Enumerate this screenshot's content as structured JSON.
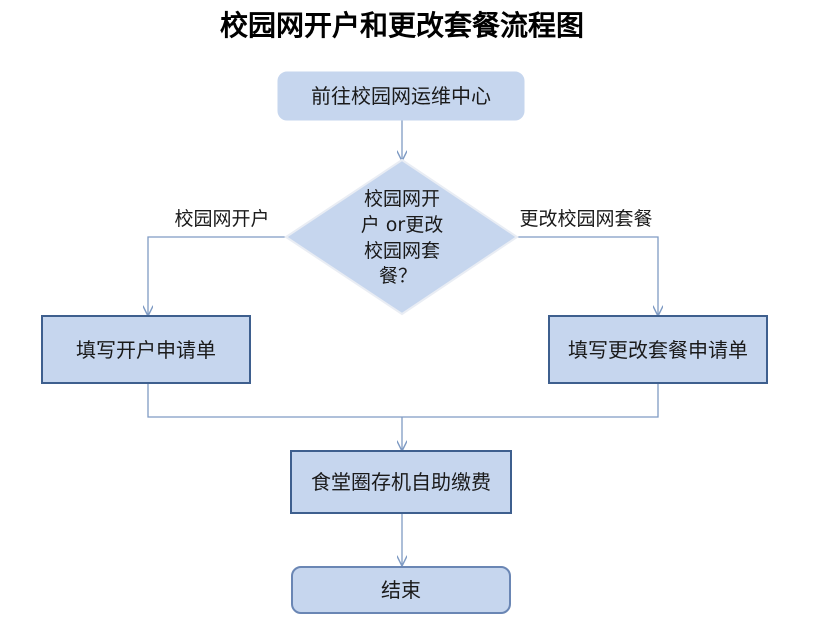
{
  "title": "校园网开户和更改套餐流程图",
  "colors": {
    "box_fill": "#c6d6ee",
    "box_stroke": "#3e5f8e",
    "rounded_stroke": "#6a86b4",
    "diamond_fill": "#c6d6ee",
    "diamond_stroke": "#e9edf4",
    "line": "#7f9bc4",
    "text": "#1a1a1a"
  },
  "nodes": {
    "start": "前往校园网运维中心",
    "decision_line1": "校园网开",
    "decision_line2": "户 or更改",
    "decision_line3": "校园网套",
    "decision_line4": "餐？",
    "open_form": "填写开户申请单",
    "change_form": "填写更改套餐申请单",
    "payment": "食堂圈存机自助缴费",
    "end": "结束"
  },
  "edges": {
    "left_label": "校园网开户",
    "right_label": "更改校园网套餐"
  }
}
